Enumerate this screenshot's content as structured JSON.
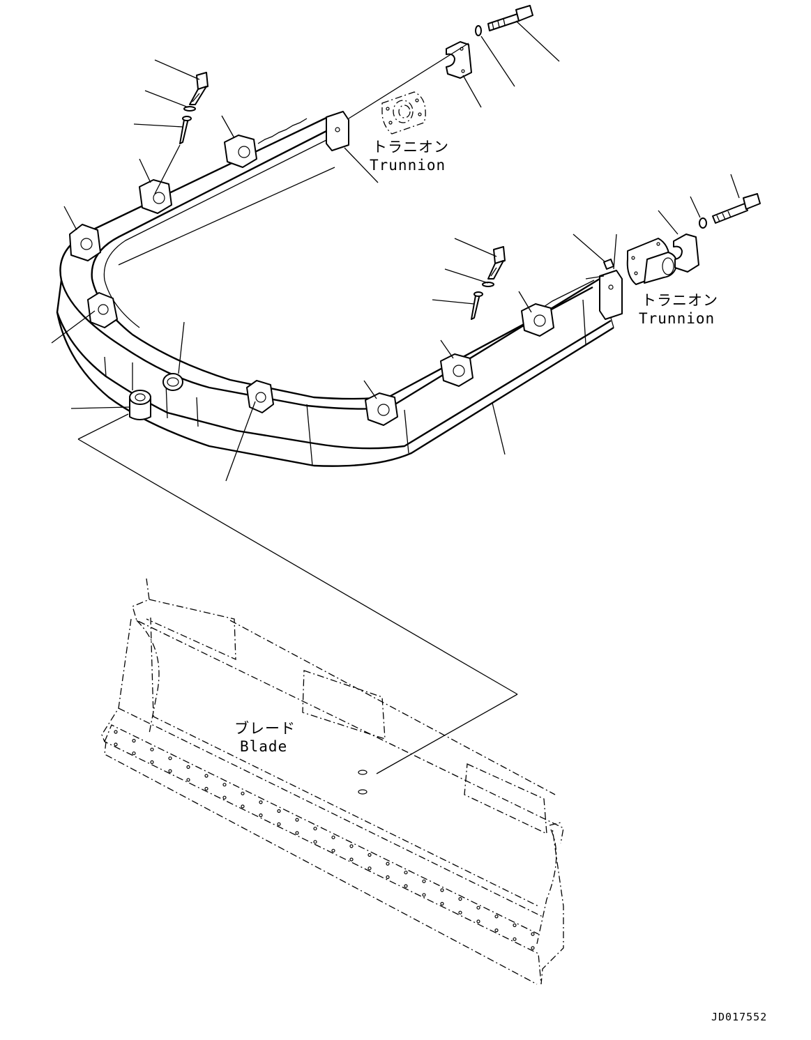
{
  "labels": {
    "trunnion_top_jp": "トラニオン",
    "trunnion_top_en": "Trunnion",
    "trunnion_right_jp": "トラニオン",
    "trunnion_right_en": "Trunnion",
    "blade_jp": "ブレード",
    "blade_en": "Blade"
  },
  "drawing_code": "JD017552"
}
